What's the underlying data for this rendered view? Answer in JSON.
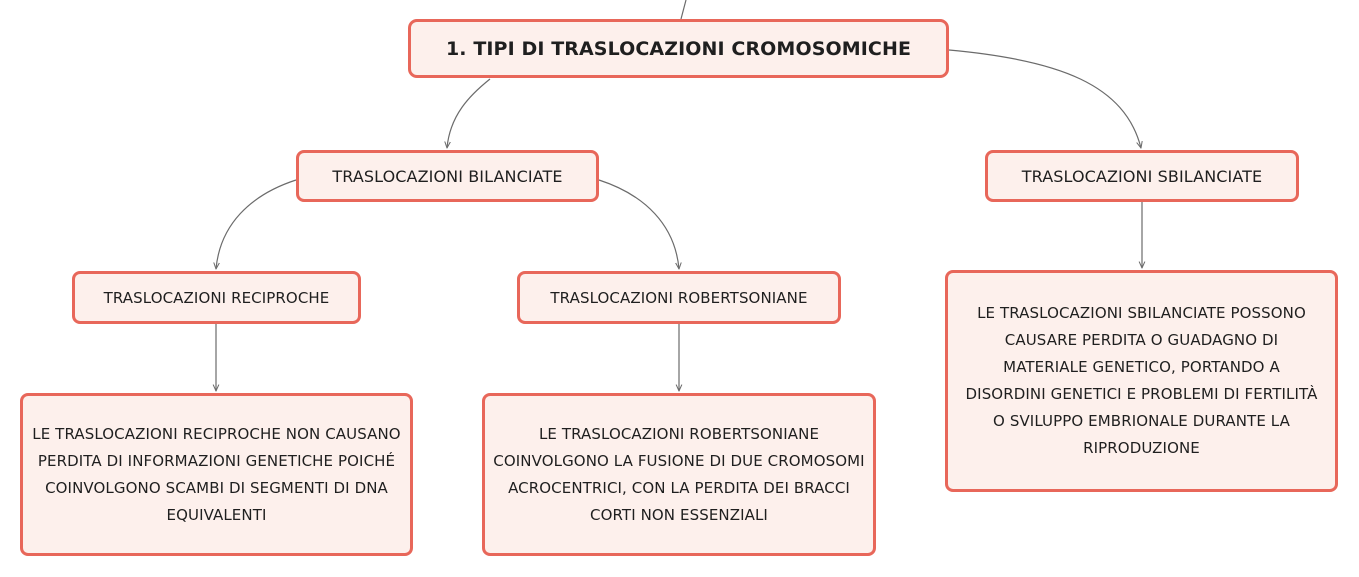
{
  "root": {
    "label": "1. TIPI DI TRASLOCAZIONI CROMOSOMICHE"
  },
  "branches": {
    "balanced": {
      "label": "TRASLOCAZIONI BILANCIATE",
      "children": {
        "reciprocal": {
          "label": "TRASLOCAZIONI RECIPROCHE",
          "description": "LE TRASLOCAZIONI RECIPROCHE NON CAUSANO PERDITA DI INFORMAZIONI GENETICHE POICHÉ COINVOLGONO SCAMBI DI SEGMENTI DI DNA EQUIVALENTI"
        },
        "robertsonian": {
          "label": "TRASLOCAZIONI ROBERTSONIANE",
          "description": "LE TRASLOCAZIONI ROBERTSONIANE COINVOLGONO LA FUSIONE DI DUE CROMOSOMI ACROCENTRICI, CON LA PERDITA DEI BRACCI CORTI NON ESSENZIALI"
        }
      }
    },
    "unbalanced": {
      "label": "TRASLOCAZIONI SBILANCIATE",
      "description": "LE TRASLOCAZIONI SBILANCIATE POSSONO CAUSARE PERDITA O GUADAGNO DI MATERIALE GENETICO, PORTANDO A DISORDINI GENETICI E PROBLEMI DI FERTILITÀ O SVILUPPO EMBRIONALE DURANTE LA RIPRODUZIONE"
    }
  },
  "colors": {
    "node_border": "#e8675a",
    "node_fill": "#fdf0ec",
    "connector": "#6b6b6b",
    "text": "#1f1f1f"
  }
}
